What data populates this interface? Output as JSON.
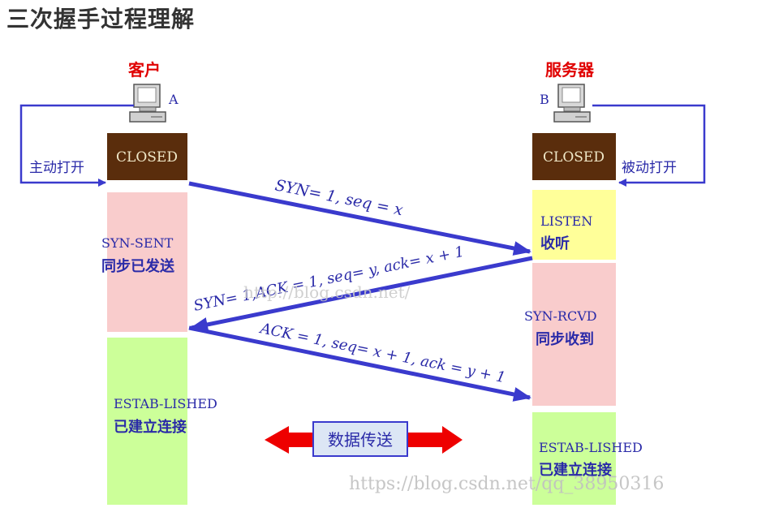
{
  "title": "三次握手过程理解",
  "client": {
    "label": "客户",
    "host": "A",
    "open_label": "主动打开",
    "states": [
      {
        "state": "CLOSED",
        "desc": ""
      },
      {
        "state": "SYN-SENT",
        "desc": "同步已发送"
      },
      {
        "state": "ESTAB-LISHED",
        "desc": "已建立连接"
      }
    ]
  },
  "server": {
    "label": "服务器",
    "host": "B",
    "open_label": "被动打开",
    "states": [
      {
        "state": "CLOSED",
        "desc": ""
      },
      {
        "state": "LISTEN",
        "desc": "收听"
      },
      {
        "state": "SYN-RCVD",
        "desc": "同步收到"
      },
      {
        "state": "ESTAB-LISHED",
        "desc": "已建立连接"
      }
    ]
  },
  "messages": {
    "first": "SYN= 1, seq = x",
    "second": "SYN= 1,ACK = 1, seq= y, ack= x + 1",
    "third": "ACK = 1, seq= x + 1, ack = y + 1"
  },
  "data_transfer": "数据传送",
  "watermarks": [
    "http://blog.csdn.net/",
    "https://blog.csdn.net/qq_38950316"
  ],
  "colors": {
    "closed_box": "#5a2d0c",
    "closed_text": "#f0e8c8",
    "syn_sent_box": "#f9cccc",
    "listen_box": "#ffff99",
    "syn_rcvd_box": "#f9cccc",
    "established_box": "#ccff99",
    "arrow_blue": "#3a3acd",
    "text_blue": "#2a2aa8",
    "red_label": "#e00000",
    "data_arrow": "#ee0000"
  }
}
